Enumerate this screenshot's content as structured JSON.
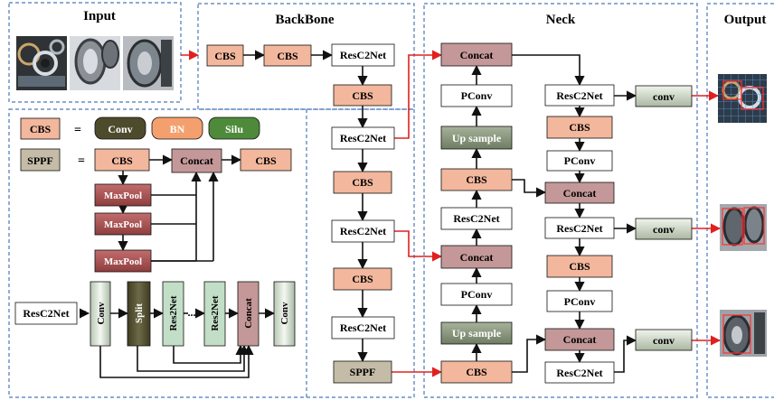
{
  "sections": {
    "input": "Input",
    "backbone": "BackBone",
    "neck": "Neck",
    "output": "Output"
  },
  "legend": {
    "cbs": "CBS",
    "eq": "=",
    "conv": "Conv",
    "bn": "BN",
    "silu": "Silu",
    "sppf": "SPPF",
    "sppf_cbs_in": "CBS",
    "sppf_concat": "Concat",
    "sppf_cbs_out": "CBS",
    "maxpool": "MaxPool",
    "resc2net": "ResC2Net",
    "rc_conv_in": "Conv",
    "rc_split": "Split",
    "rc_res2net": "Res2Net",
    "rc_dots": "...",
    "rc_concat": "Concat",
    "rc_conv_out": "Conv"
  },
  "backbone": {
    "cbs": "CBS",
    "resc2net": "ResC2Net",
    "sppf": "SPPF"
  },
  "neck": {
    "concat": "Concat",
    "pconv": "PConv",
    "upsample": "Up sample",
    "cbs": "CBS",
    "resc2net": "ResC2Net",
    "conv": "conv"
  },
  "colors": {
    "cbs": "#F2B79C",
    "concat": "#C49898",
    "upsample": "#8C9A80",
    "sppf": "#C5BCA8",
    "conv_legend": "#4E4A2C",
    "bn": "#F4A06E",
    "silu": "#4E8A3A",
    "maxpool": "#B05A5A",
    "green_block": "#C3DEC7",
    "dash": "#4A79B8",
    "arrow_red": "#E02020"
  }
}
